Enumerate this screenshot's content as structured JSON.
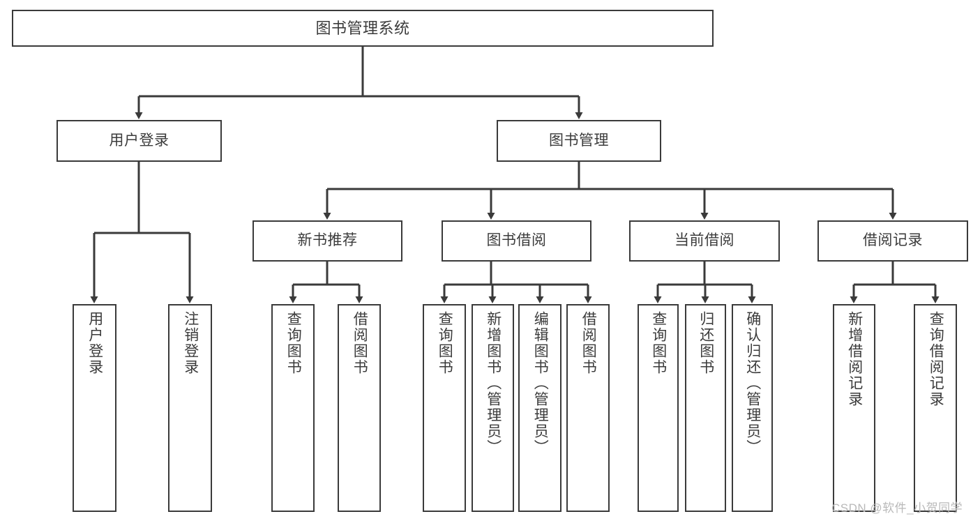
{
  "diagram": {
    "title_node": {
      "label": "图书管理系统"
    },
    "colors": {
      "box_border": "#3a3a3a",
      "text": "#3b3b3b",
      "line": "#3a3a3a",
      "background": "#ffffff",
      "watermark": "#b9b9b9"
    },
    "level2": [
      {
        "label": "用户登录"
      },
      {
        "label": "图书管理"
      }
    ],
    "level3": [
      {
        "label": "新书推荐"
      },
      {
        "label": "图书借阅"
      },
      {
        "label": "当前借阅"
      },
      {
        "label": "借阅记录"
      }
    ],
    "leaves": {
      "user_login": [
        {
          "label": "用户登录"
        },
        {
          "label": "注销登录"
        }
      ],
      "new_book_recommend": [
        {
          "label": "查询图书"
        },
        {
          "label": "借阅图书"
        }
      ],
      "book_borrow": [
        {
          "label": "查询图书"
        },
        {
          "label": "新增图书（管理员）"
        },
        {
          "label": "编辑图书（管理员）"
        },
        {
          "label": "借阅图书"
        }
      ],
      "current_borrow": [
        {
          "label": "查询图书"
        },
        {
          "label": "归还图书"
        },
        {
          "label": "确认归还（管理员）"
        }
      ],
      "borrow_records": [
        {
          "label": "新增借阅记录"
        },
        {
          "label": "查询借阅记录"
        }
      ]
    },
    "watermark": {
      "text": "CSDN @软件_小贺同学"
    }
  }
}
